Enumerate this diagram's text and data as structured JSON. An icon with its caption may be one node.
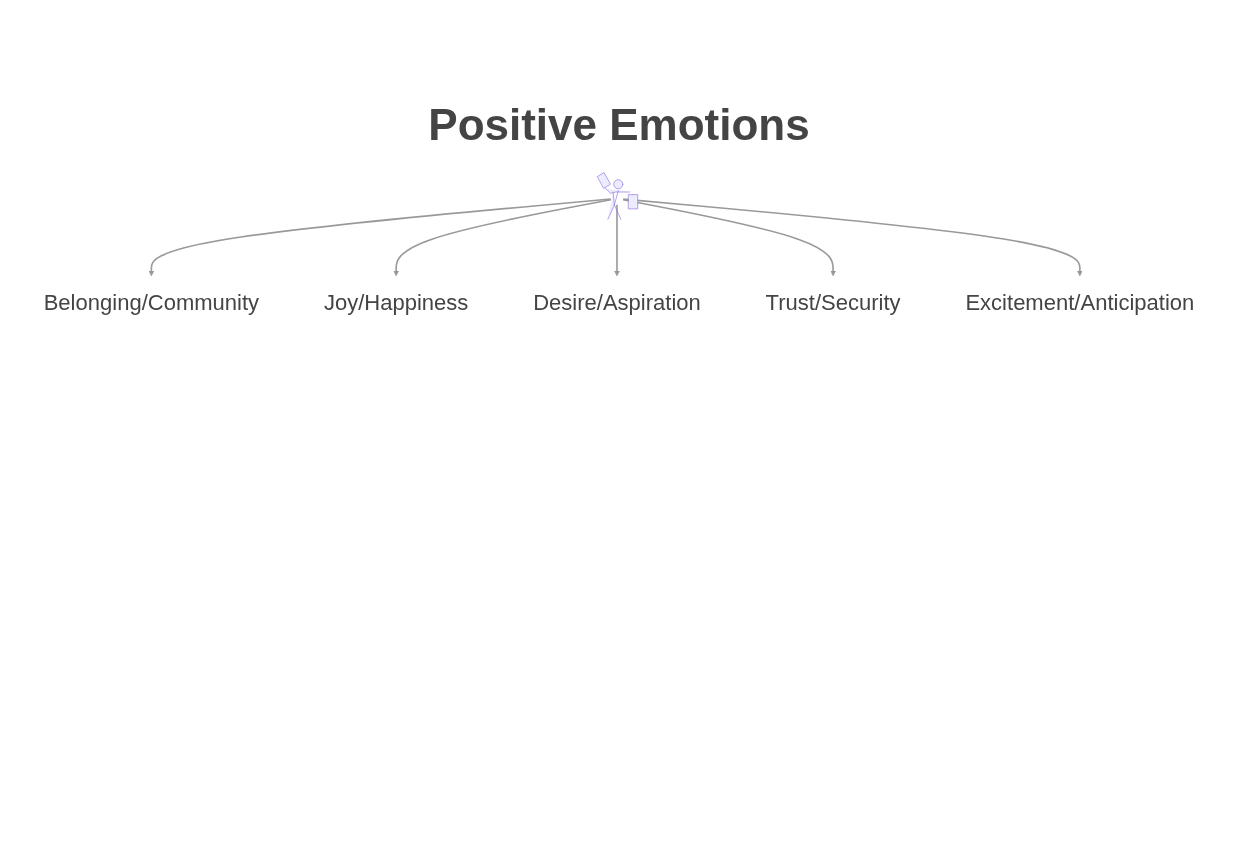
{
  "diagram": {
    "title": "Positive Emotions",
    "nodes": [
      {
        "text": [
          "Belonging/Community"
        ]
      },
      {
        "text": [
          "Joy/Happiness"
        ]
      },
      {
        "text": [],
        "shape": "person"
      },
      {
        "text": [
          "Desire/Aspiration"
        ]
      },
      {
        "text": [
          "Trust/Security"
        ]
      },
      {
        "text": [
          "Excitement/Anticipation"
        ]
      }
    ],
    "edges": [
      {
        "from": 2,
        "to": 0,
        "arrow": "to"
      },
      {
        "from": 2,
        "to": 1,
        "arrow": "to"
      },
      {
        "from": 2,
        "to": 3,
        "arrow": "to"
      },
      {
        "from": 2,
        "to": 4,
        "arrow": "to"
      },
      {
        "from": 2,
        "to": 5,
        "arrow": "to"
      }
    ]
  }
}
